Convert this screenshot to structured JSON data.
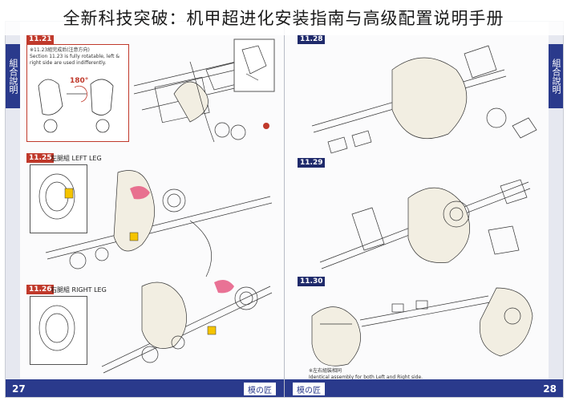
{
  "overlay_title": "全新科技突破：机甲超进化安装指南与高级配置说明手册",
  "left_page": {
    "side_tab": "組合說明",
    "page_number": "27",
    "footer_logo": "模の匠",
    "steps": [
      {
        "label": "11.21",
        "title": "",
        "caption": "※11.23組完成后(注意方向)\nSection 11.23 is fully rotatable, left & right side are used indifferently.",
        "rotation": "180°"
      },
      {
        "label": "11.25",
        "title": "左腿組 LEFT LEG"
      },
      {
        "label": "11.26",
        "title": "右腿組 RIGHT LEG"
      }
    ]
  },
  "right_page": {
    "side_tab": "組合說明",
    "page_number": "28",
    "footer_logo": "模の匠",
    "steps": [
      {
        "label": "11.28",
        "title": ""
      },
      {
        "label": "11.29",
        "title": ""
      },
      {
        "label": "11.30",
        "title": ""
      }
    ],
    "bottom_note": "※左右組裝相同\nIdentical assembly for both Left and Right side."
  },
  "colors": {
    "accent_navy": "#2a3a8c",
    "accent_red": "#c0392b",
    "highlight_yellow": "#f5c400",
    "highlight_pink": "#e5507a"
  }
}
